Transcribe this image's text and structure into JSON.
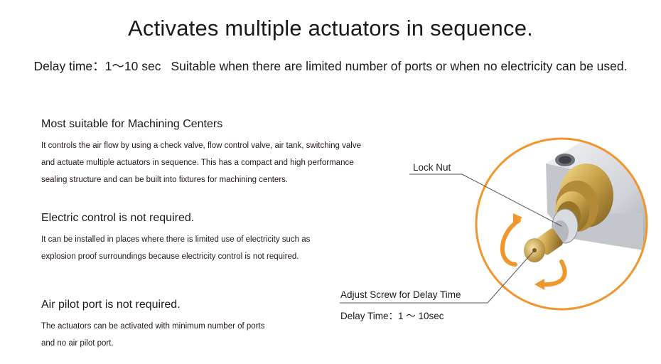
{
  "header": {
    "title": "Activates multiple actuators in sequence.",
    "subtitle_left": "Delay time：1〜10 sec",
    "subtitle_right": "Suitable when there are limited number of ports or when no electricity can be used."
  },
  "sections": [
    {
      "heading": "Most suitable for Machining Centers",
      "lines": [
        "It controls the air flow by using a check valve, flow control valve, air tank, switching valve",
        "and actuate multiple actuators in sequence. This has a compact and high performance",
        "sealing structure and can be built into fixtures for machining centers."
      ]
    },
    {
      "heading": "Electric control is not required.",
      "lines": [
        "It can be installed in places where there is limited use of electricity such as",
        "explosion proof surroundings because electricity control is not required."
      ]
    },
    {
      "heading": "Air pilot port is not required.",
      "lines": [
        "The actuators can be activated with minimum number of ports",
        "and no air pilot port."
      ]
    }
  ],
  "callouts": {
    "lock_nut": "Lock Nut",
    "adjust_screw": "Adjust Screw for Delay Time",
    "delay_time": "Delay Time：1 〜 10sec"
  },
  "colors": {
    "accent_orange": "#f0962d",
    "brass": "#c9a24a",
    "body_silver": "#cfd2d6"
  }
}
